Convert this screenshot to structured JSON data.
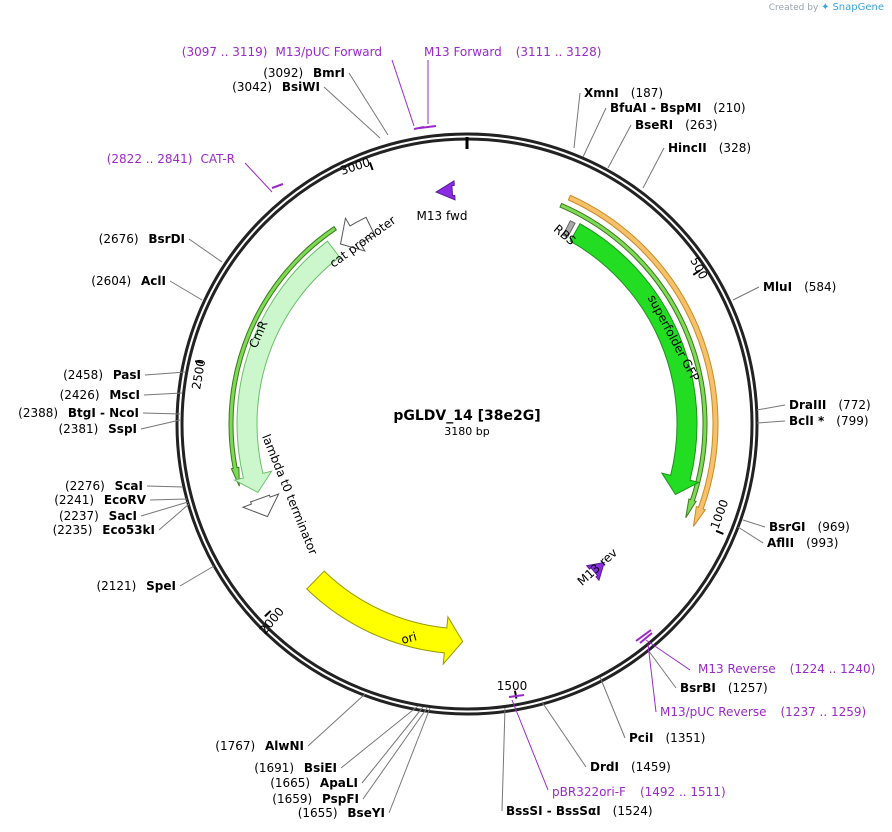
{
  "credit": {
    "prefix": "Created by",
    "logo_text": "SnapGene"
  },
  "plasmid": {
    "name": "pGLDV_14 [38e2G]",
    "length_text": "3180 bp"
  },
  "tick_labels": [
    {
      "bp": 500,
      "text": "500"
    },
    {
      "bp": 1000,
      "text": "1000"
    },
    {
      "bp": 1500,
      "text": "1500"
    },
    {
      "bp": 2000,
      "text": "2000"
    },
    {
      "bp": 2500,
      "text": "2500"
    },
    {
      "bp": 3000,
      "text": "3000"
    }
  ],
  "features": [
    {
      "name": "superfolder GFP",
      "color": "#22dd22",
      "kind": "cds"
    },
    {
      "name": "RBS",
      "color": "#aaaaaa",
      "kind": "rbs"
    },
    {
      "name": "M13 fwd",
      "color": "#8b2be2",
      "kind": "primer_bind"
    },
    {
      "name": "M13 rev",
      "color": "#8b2be2",
      "kind": "primer_bind"
    },
    {
      "name": "ori",
      "color": "#ffff00",
      "kind": "rep_origin"
    },
    {
      "name": "lambda t0 terminator",
      "color": "#ffffff",
      "kind": "terminator"
    },
    {
      "name": "CmR",
      "color": "#ccf7cc",
      "kind": "cds"
    },
    {
      "name": "cat promoter",
      "color": "#ffffff",
      "kind": "promoter"
    }
  ],
  "sites_right": [
    {
      "name": "XmnI",
      "pos": "(187)"
    },
    {
      "name": "BfuAI  -  BspMI",
      "pos": "(210)"
    },
    {
      "name": "BseRI",
      "pos": "(263)"
    },
    {
      "name": "HincII",
      "pos": "(328)"
    },
    {
      "name": "MluI",
      "pos": "(584)"
    },
    {
      "name": "DraIII",
      "pos": "(772)"
    },
    {
      "name": "BclI *",
      "pos": "(799)"
    },
    {
      "name": "BsrGI",
      "pos": "(969)"
    },
    {
      "name": "AflII",
      "pos": "(993)"
    },
    {
      "name": "BsrBI",
      "pos": "(1257)"
    },
    {
      "name": "PciI",
      "pos": "(1351)"
    },
    {
      "name": "DrdI",
      "pos": "(1459)"
    },
    {
      "name": "BssSI  -  BssSαI",
      "pos": "(1524)"
    }
  ],
  "sites_left": [
    {
      "name": "BmrI",
      "pos": "(3092)"
    },
    {
      "name": "BsiWI",
      "pos": "(3042)"
    },
    {
      "name": "BsrDI",
      "pos": "(2676)"
    },
    {
      "name": "AclI",
      "pos": "(2604)"
    },
    {
      "name": "PasI",
      "pos": "(2458)"
    },
    {
      "name": "MscI",
      "pos": "(2426)"
    },
    {
      "name": "BtgI  -  NcoI",
      "pos": "(2388)"
    },
    {
      "name": "SspI",
      "pos": "(2381)"
    },
    {
      "name": "ScaI",
      "pos": "(2276)"
    },
    {
      "name": "EcoRV",
      "pos": "(2241)"
    },
    {
      "name": "SacI",
      "pos": "(2237)"
    },
    {
      "name": "Eco53kI",
      "pos": "(2235)"
    },
    {
      "name": "SpeI",
      "pos": "(2121)"
    },
    {
      "name": "AlwNI",
      "pos": "(1767)"
    },
    {
      "name": "BsiEI",
      "pos": "(1691)"
    },
    {
      "name": "ApaLI",
      "pos": "(1665)"
    },
    {
      "name": "PspFI",
      "pos": "(1659)"
    },
    {
      "name": "BseYI",
      "pos": "(1655)"
    }
  ],
  "primers": [
    {
      "name": "M13/pUC Forward",
      "range": "(3097 .. 3119)"
    },
    {
      "name": "M13 Forward",
      "range": "(3111 .. 3128)"
    },
    {
      "name": "CAT-R",
      "range": "(2822 .. 2841)"
    },
    {
      "name": "M13 Reverse",
      "range": "(1224 .. 1240)"
    },
    {
      "name": "M13/pUC Reverse",
      "range": "(1237 .. 1259)"
    },
    {
      "name": "pBR322ori-F",
      "range": "(1492 .. 1511)"
    }
  ],
  "colors": {
    "primer": "#9a29c9",
    "backbone": "#000000",
    "leader": "#777777"
  }
}
